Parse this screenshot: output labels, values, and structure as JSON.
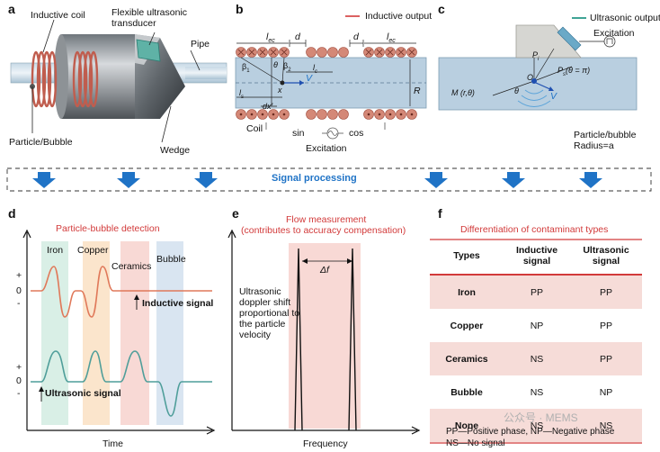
{
  "panels": {
    "a": "a",
    "b": "b",
    "c": "c",
    "d": "d",
    "e": "e",
    "f": "f"
  },
  "panel_a": {
    "inductive_coil": "Inductive coil",
    "transducer_l1": "Flexible ultrasonic",
    "transducer_l2": "transducer",
    "pipe": "Pipe",
    "particle": "Particle/Bubble",
    "wedge": "Wedge"
  },
  "panel_b": {
    "inductive_output": "Inductive output",
    "lec_left": "l",
    "lec_left_sub": "ec",
    "d_left": "d",
    "d_right": "d",
    "lec_right": "l",
    "lec_right_sub": "ec",
    "beta1": "β",
    "beta1_sub": "1",
    "theta": "θ",
    "beta2": "β",
    "beta2_sub": "2",
    "lc": "l",
    "lc_sub": "c",
    "x": "x",
    "V": "V",
    "ls": "l",
    "ls_sub": "s",
    "R": "R",
    "dx": "dx'",
    "coil": "Coil",
    "sin": "sin",
    "cos": "cos",
    "excitation": "Excitation"
  },
  "panel_c": {
    "ultrasonic_output": "Ultrasonic output",
    "excitation": "Excitation",
    "Pi": "P",
    "Pi_sub": "i",
    "O": "O",
    "Ps": "P",
    "Ps_rest": "(θ = π)",
    "Ps_sub": "s",
    "M": "M (r,θ)",
    "theta": "θ",
    "V": "V",
    "particle_l1": "Particle/bubble",
    "particle_l2": "Radius=a"
  },
  "signal_processing": "Signal processing",
  "panel_d": {
    "title": "Particle-bubble detection",
    "iron": "Iron",
    "copper": "Copper",
    "ceramics": "Ceramics",
    "bubble": "Bubble",
    "plus1": "+",
    "zero1": "0",
    "minus1": "-",
    "plus2": "+",
    "zero2": "0",
    "minus2": "-",
    "inductive_signal": "Inductive signal",
    "ultrasonic_signal": "Ultrasonic signal",
    "xlabel": "Time"
  },
  "panel_e": {
    "title_l1": "Flow measurement",
    "title_l2": "(contributes to accuracy compensation)",
    "delta_f": "Δf",
    "text": [
      "Ultrasonic",
      "doppler shift",
      "proportional to",
      "the particle",
      "velocity"
    ],
    "xlabel": "Frequency"
  },
  "panel_f": {
    "title": "Differentiation of contaminant types",
    "headers": [
      "Types",
      "Inductive signal",
      "Ultrasonic signal"
    ],
    "rows": [
      [
        "Iron",
        "PP",
        "PP"
      ],
      [
        "Copper",
        "NP",
        "PP"
      ],
      [
        "Ceramics",
        "NS",
        "PP"
      ],
      [
        "Bubble",
        "NS",
        "NP"
      ],
      [
        "None",
        "NS",
        "NS"
      ]
    ],
    "legend_l1": "PP—Positive phase, NP—Negative phase",
    "legend_l2": "NS—No signal"
  },
  "watermark": "公众号 · MEMS",
  "colors": {
    "accent_red": "#d23a3a",
    "blue": "#1f73c6",
    "coil": "#c9695a",
    "iron_band": "#d9efe6",
    "copper_band": "#fbe5cc",
    "ceramics_band": "#f8d9d5",
    "bubble_band": "#d9e5f1"
  }
}
